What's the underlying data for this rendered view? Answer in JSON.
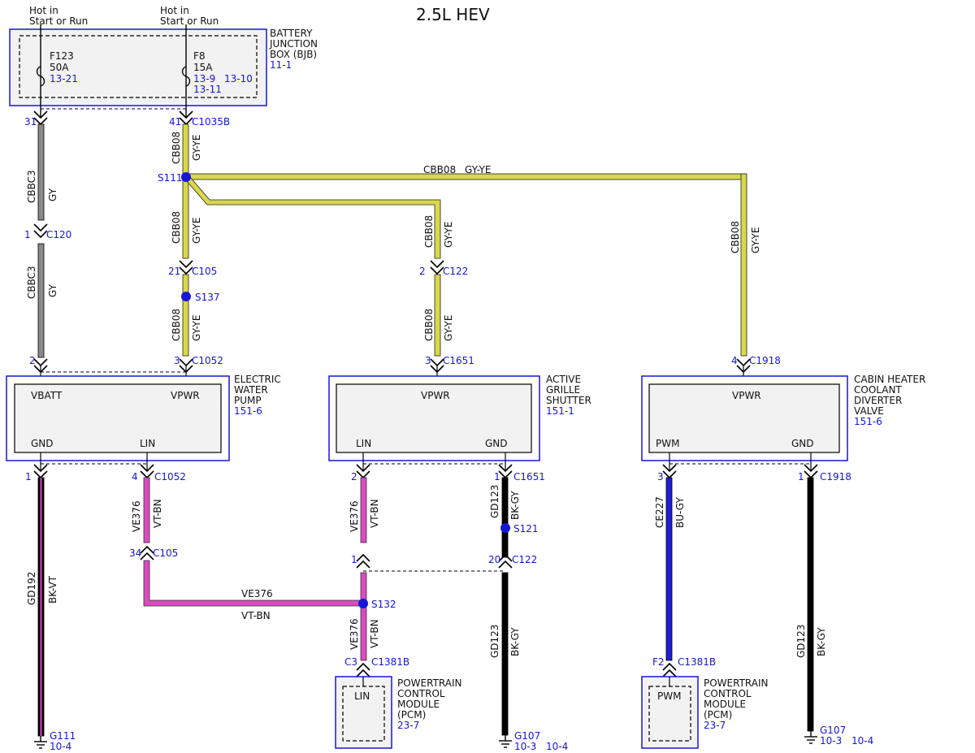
{
  "title": "2.5L HEV",
  "hot_labels": [
    {
      "line1": "Hot in",
      "line2": "Start or Run"
    },
    {
      "line1": "Hot in",
      "line2": "Start or Run"
    }
  ],
  "bjb": {
    "name": [
      "BATTERY",
      "JUNCTION",
      "BOX (BJB)"
    ],
    "ref": "11-1",
    "fuses": [
      {
        "id": "F123",
        "rating": "50A",
        "refs": [
          "13-21"
        ]
      },
      {
        "id": "F8",
        "rating": "15A",
        "refs": [
          "13-9",
          "13-10",
          "13-11"
        ]
      }
    ]
  },
  "components": {
    "pump": {
      "name": [
        "ELECTRIC",
        "WATER",
        "PUMP"
      ],
      "ref": "151-6",
      "pins": {
        "vbatt": "VBATT",
        "vpwr": "VPWR",
        "gnd": "GND",
        "lin": "LIN"
      }
    },
    "shutter": {
      "name": [
        "ACTIVE",
        "GRILLE",
        "SHUTTER"
      ],
      "ref": "151-1",
      "pins": {
        "vpwr": "VPWR",
        "lin": "LIN",
        "gnd": "GND"
      }
    },
    "valve": {
      "name": [
        "CABIN HEATER",
        "COOLANT",
        "DIVERTER",
        "VALVE"
      ],
      "ref": "151-6",
      "pins": {
        "vpwr": "VPWR",
        "pwm": "PWM",
        "gnd": "GND"
      }
    },
    "pcm1": {
      "name": [
        "POWERTRAIN",
        "CONTROL",
        "MODULE",
        "(PCM)"
      ],
      "ref": "23-7",
      "pin": "LIN"
    },
    "pcm2": {
      "name": [
        "POWERTRAIN",
        "CONTROL",
        "MODULE",
        "(PCM)"
      ],
      "ref": "23-7",
      "pin": "PWM"
    }
  },
  "connectors": {
    "c31": {
      "pin": "31"
    },
    "c41": {
      "pin": "41",
      "name": "C1035B"
    },
    "c120": {
      "pin": "1",
      "name": "C120"
    },
    "c105a": {
      "pin": "21",
      "name": "C105"
    },
    "c122a": {
      "pin": "2",
      "name": "C122"
    },
    "pump_top_left": {
      "pin": "2"
    },
    "pump_top_right": {
      "pin": "3",
      "name": "C1052"
    },
    "shutter_top": {
      "pin": "3",
      "name": "C1651"
    },
    "valve_top": {
      "pin": "4",
      "name": "C1918"
    },
    "pump_bot_left": {
      "pin": "1"
    },
    "pump_bot_right": {
      "pin": "4",
      "name": "C1052"
    },
    "c105b": {
      "pin": "34",
      "name": "C105"
    },
    "shutter_bot_left": {
      "pin": "2"
    },
    "shutter_bot_right": {
      "pin": "1",
      "name": "C1651"
    },
    "c122b_left": {
      "pin": "1"
    },
    "c122b_right": {
      "pin": "20",
      "name": "C122"
    },
    "pcm1_conn": {
      "pin": "C3",
      "name": "C1381B"
    },
    "valve_bot_left": {
      "pin": "3"
    },
    "valve_bot_right": {
      "pin": "1",
      "name": "C1918"
    },
    "pcm2_conn": {
      "pin": "F2",
      "name": "C1381B"
    }
  },
  "splices": {
    "s111": "S111",
    "s137": "S137",
    "s132": "S132",
    "s121": "S121"
  },
  "wires": {
    "cbbc3": {
      "circuit": "CBBC3",
      "color": "GY"
    },
    "cbb08": {
      "circuit": "CBB08",
      "color": "GY-YE"
    },
    "ve376": {
      "circuit": "VE376",
      "color": "VT-BN"
    },
    "gd192": {
      "circuit": "GD192",
      "color": "BK-VT"
    },
    "gd123": {
      "circuit": "GD123",
      "color": "BK-GY"
    },
    "ce227": {
      "circuit": "CE227",
      "color": "BU-GY"
    }
  },
  "grounds": {
    "g111": {
      "name": "G111",
      "refs": [
        "10-4"
      ]
    },
    "g107a": {
      "name": "G107",
      "refs": [
        "10-3",
        "10-4"
      ]
    },
    "g107b": {
      "name": "G107",
      "refs": [
        "10-3",
        "10-4"
      ]
    }
  },
  "colors": {
    "blue": "#1616d8",
    "gray": "#8a8a8a",
    "gray_ye": "#d8d84a",
    "violet_bn": "#d84cc0",
    "blue_wire": "#1e1ed8",
    "black": "#000000"
  }
}
